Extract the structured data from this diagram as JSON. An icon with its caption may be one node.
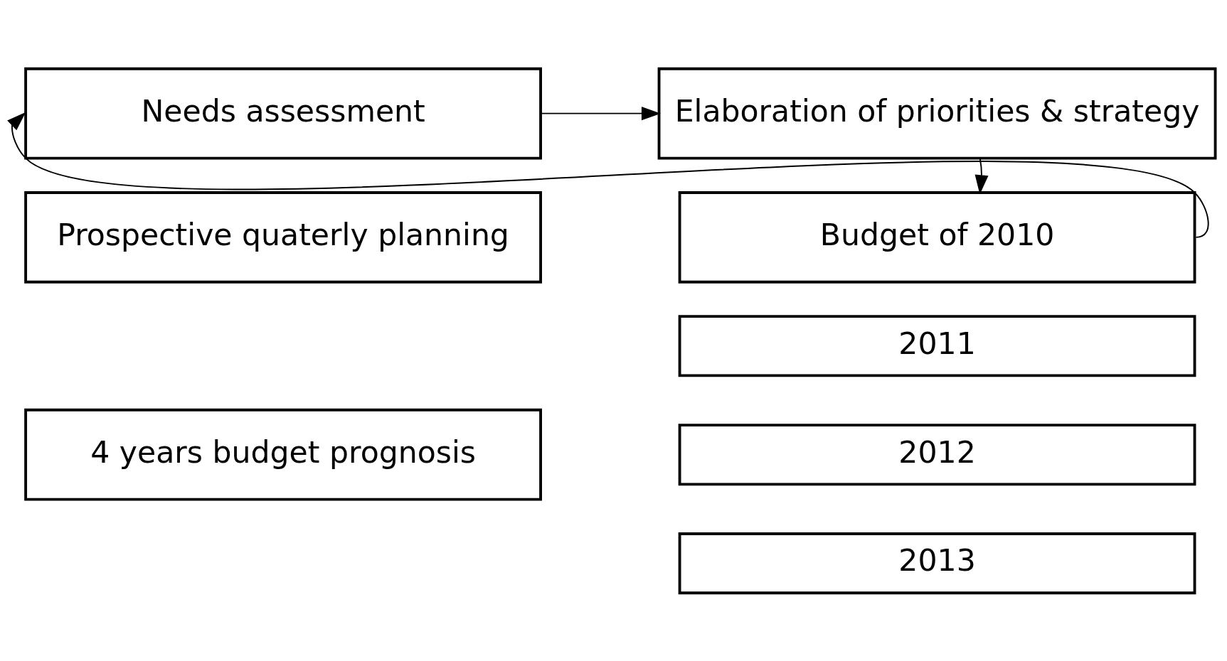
{
  "diagram": {
    "nodes": [
      {
        "text": [
          "Needs assessment"
        ]
      },
      {
        "text": [
          "Elaboration of priorities & strategy"
        ]
      },
      {
        "text": [
          "Prospective quaterly planning"
        ]
      },
      {
        "text": [
          "4 years budget prognosis"
        ]
      },
      {
        "text": [
          "Budget of 2010"
        ]
      },
      {
        "text": [
          "2011"
        ]
      },
      {
        "text": [
          "2012"
        ]
      },
      {
        "text": [
          "2013"
        ]
      }
    ],
    "edges": [
      {
        "from": 0,
        "to": 1,
        "arrow": "to"
      },
      {
        "from": 1,
        "to": 4,
        "arrow": "to"
      },
      {
        "from": 4,
        "to": 0,
        "arrow": "to"
      }
    ]
  }
}
